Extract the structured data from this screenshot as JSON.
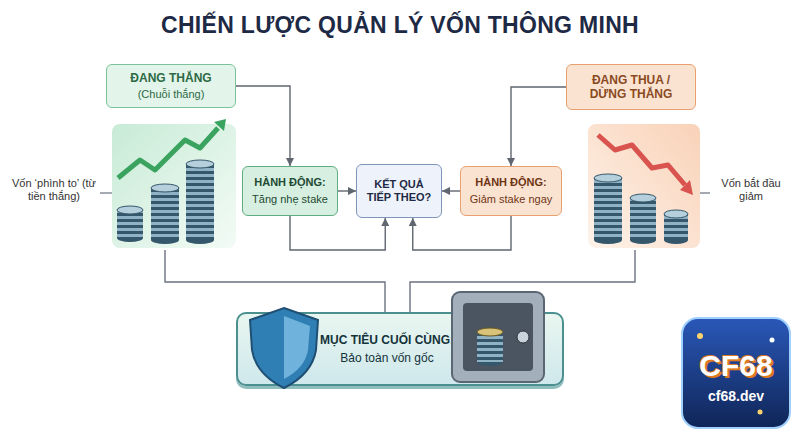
{
  "diagram": {
    "title": "CHIẾN LƯỢC QUẢN LÝ VỐN THÔNG MINH",
    "nodes": [
      {
        "text": [
          "ĐANG THẮNG",
          "(Chuỗi thắng)"
        ]
      },
      {
        "text": [
          "ĐANG THUA / DỪNG THẮNG"
        ]
      },
      {
        "text": [
          "HÀNH ĐỘNG:",
          "Tăng nhẹ stake"
        ]
      },
      {
        "text": [
          "KẾT QUẢ TIẾP THEO?"
        ]
      },
      {
        "text": [
          "HÀNH ĐỘNG:",
          "Giảm stake ngay"
        ]
      },
      {
        "text": [
          "MỤC TIÊU CUỐI CÙNG:",
          "Bảo toàn vốn gốc"
        ]
      }
    ],
    "edges": [
      {
        "from": 0,
        "to": 2,
        "arrow": "to"
      },
      {
        "from": 2,
        "to": 3,
        "arrow": "to"
      },
      {
        "from": 2,
        "to": 3,
        "arrow": "to"
      },
      {
        "from": 4,
        "to": 3,
        "arrow": "to"
      },
      {
        "from": 4,
        "to": 3,
        "arrow": "to"
      },
      {
        "from": 1,
        "to": 4,
        "arrow": "to"
      }
    ],
    "labels": [
      "Vốn ‘phình to’ (từ tiền thắng)",
      "Vốn bắt đầu giảm",
      "CF68",
      "cf68.dev"
    ]
  }
}
